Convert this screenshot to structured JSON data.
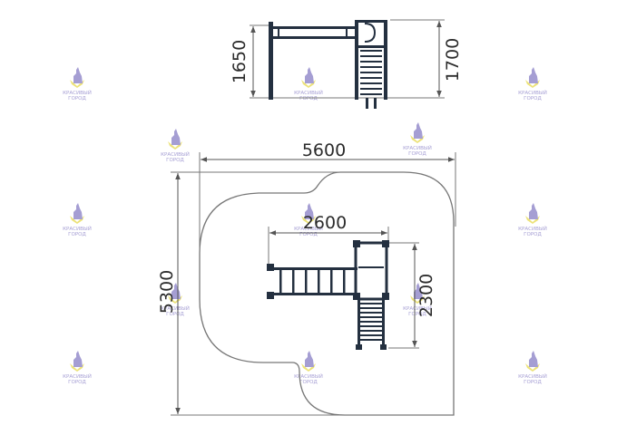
{
  "dimensions": {
    "side_view_left_height": "1650",
    "side_view_right_height": "1700",
    "plan_overall_width": "5600",
    "plan_overall_height": "5300",
    "plan_equipment_width": "2600",
    "plan_equipment_depth": "2300"
  },
  "watermark": {
    "line1": "КРАСИВЫЙ",
    "line2": "ГОРОД",
    "brand_color": "#8f86c9",
    "accent_color": "#e8dc5a",
    "icon": "city-logo-icon"
  },
  "colors": {
    "line": "#777777",
    "structure": "#243040",
    "text": "#2b2b2b"
  }
}
